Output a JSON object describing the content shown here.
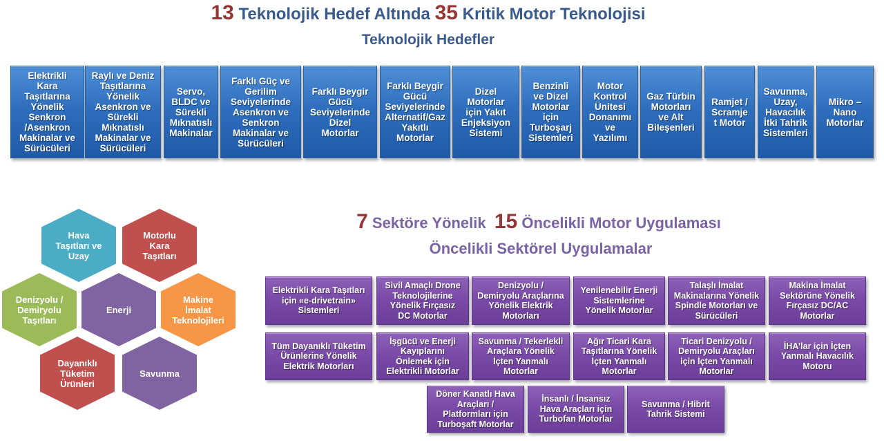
{
  "header": {
    "count_targets": "13",
    "text_targets": " Teknolojik Hedef Altında ",
    "count_technologies": "35",
    "text_technologies": " Kritik Motor Teknolojisi",
    "subtitle": "Teknolojik Hedefler"
  },
  "technology_targets": [
    {
      "label": "Elektrikli\nKara\nTaşıtlarına\nYönelik\nSenkron\n/Asenkron\nMakinalar ve\nSürücüleri"
    },
    {
      "label": "Raylı ve Deniz\nTaşıtlarına\nYönelik\nAsenkron ve\nSürekli\nMıknatıslı\nMakinalar ve\nSürücüleri"
    },
    {
      "label": "Servo,\nBLDC ve\nSürekli\nMıknatıslı\nMakinalar"
    },
    {
      "label": "Farklı Güç ve\nGerilim\nSeviyelerinde\nAsenkron ve\nSenkron\nMakinalar ve\nSürücüleri"
    },
    {
      "label": "Farklı Beygir\nGücü\nSeviyelerinde\nDizel\nMotorlar"
    },
    {
      "label": "Farklı Beygir\nGücü\nSeviyelerinde\nAlternatif/Gaz\nYakıtlı\nMotorlar"
    },
    {
      "label": "Dizel\nMotorlar\niçin Yakıt\nEnjeksiyon\nSistemi"
    },
    {
      "label": "Benzinli\nve Dizel\nMotorlar\niçin\nTurboşarj\nSistemleri"
    },
    {
      "label": "Motor\nKontrol\nÜnitesi\nDonanımı\nve\nYazılımı"
    },
    {
      "label": "Gaz Türbin\nMotorları\nve Alt\nBileşenleri"
    },
    {
      "label": "Ramjet /\nScramje\nt Motor"
    },
    {
      "label": "Savunma,\nUzay,\nHavacılık\nİtki Tahrik\nSistemleri"
    },
    {
      "label": "Mikro –\nNano\nMotorlar"
    }
  ],
  "sectors_header": {
    "count_sectors": "7",
    "text_sectors": " Sektöre Yönelik ",
    "count_applications": "15",
    "text_applications": " Öncelikli Motor Uygulaması",
    "subtitle": "Öncelikli Sektörel Uygulamalar"
  },
  "sectors": [
    {
      "label": "Hava\nTaşıtları ve\nUzay",
      "color": "#4bacc6"
    },
    {
      "label": "Motorlu\nKara\nTaşıtları",
      "color": "#c0504d"
    },
    {
      "label": "Denizyolu /\nDemiryolu\nTaşıtları",
      "color": "#9bbb59"
    },
    {
      "label": "Enerji",
      "color": "#8064a2"
    },
    {
      "label": "Makine\nİmalat\nTeknolojileri",
      "color": "#f79646"
    },
    {
      "label": "Dayanıklı\nTüketim\nÜrünleri",
      "color": "#c0504d"
    },
    {
      "label": "Savunma",
      "color": "#8064a2"
    }
  ],
  "applications": [
    {
      "label": "Elektrikli Kara Taşıtları\niçin    «e-drivetrain»\nSistemleri"
    },
    {
      "label": "Sivil Amaçlı Drone\nTeknolojilerine\nYönelik Fırçasız\nDC Motorlar"
    },
    {
      "label": "Denizyolu /\nDemiryolu Araçlarına\nYönelik Elektrik\nMotorları"
    },
    {
      "label": "Yenilenebilir Enerji\nSistemlerine\nYönelik Motorlar"
    },
    {
      "label": "Talaşlı İmalat\nMakinalarına Yönelik\nSpindle Motorları ve\nSürücüleri"
    },
    {
      "label": "Makina İmalat\nSektörüne Yönelik\nFırçasız DC/AC\nMotorlar"
    },
    {
      "label": "Tüm Dayanıklı Tüketim\nÜrünlerine Yönelik\nElektrik Motorları"
    },
    {
      "label": "İşgücü ve Enerji\nKayıplarını\nÖnlemek için\nElektrikli Motorlar"
    },
    {
      "label": "Savunma / Tekerlekli\nAraçlara Yönelik\nİçten Yanmalı\nMotorlar"
    },
    {
      "label": "Ağır Ticari Kara\nTaşıtlarına Yönelik\nİçten Yanmalı\nMotorlar"
    },
    {
      "label": "Ticari Denizyolu /\nDemiryolu Araçları\niçin İçten Yanmalı\nMotorlar"
    },
    {
      "label": "İHA’lar için İçten\nYanmalı Havacılık\nMotoru"
    },
    {
      "label": "Döner Kanatlı Hava\nAraçları /\nPlatformları için\nTurboşaft  Motorlar"
    },
    {
      "label": "İnsanlı / İnsansız\nHava Araçları için\nTurbofan Motorlar"
    },
    {
      "label": "Savunma / Hibrit\nTahrik Sistemi"
    }
  ]
}
